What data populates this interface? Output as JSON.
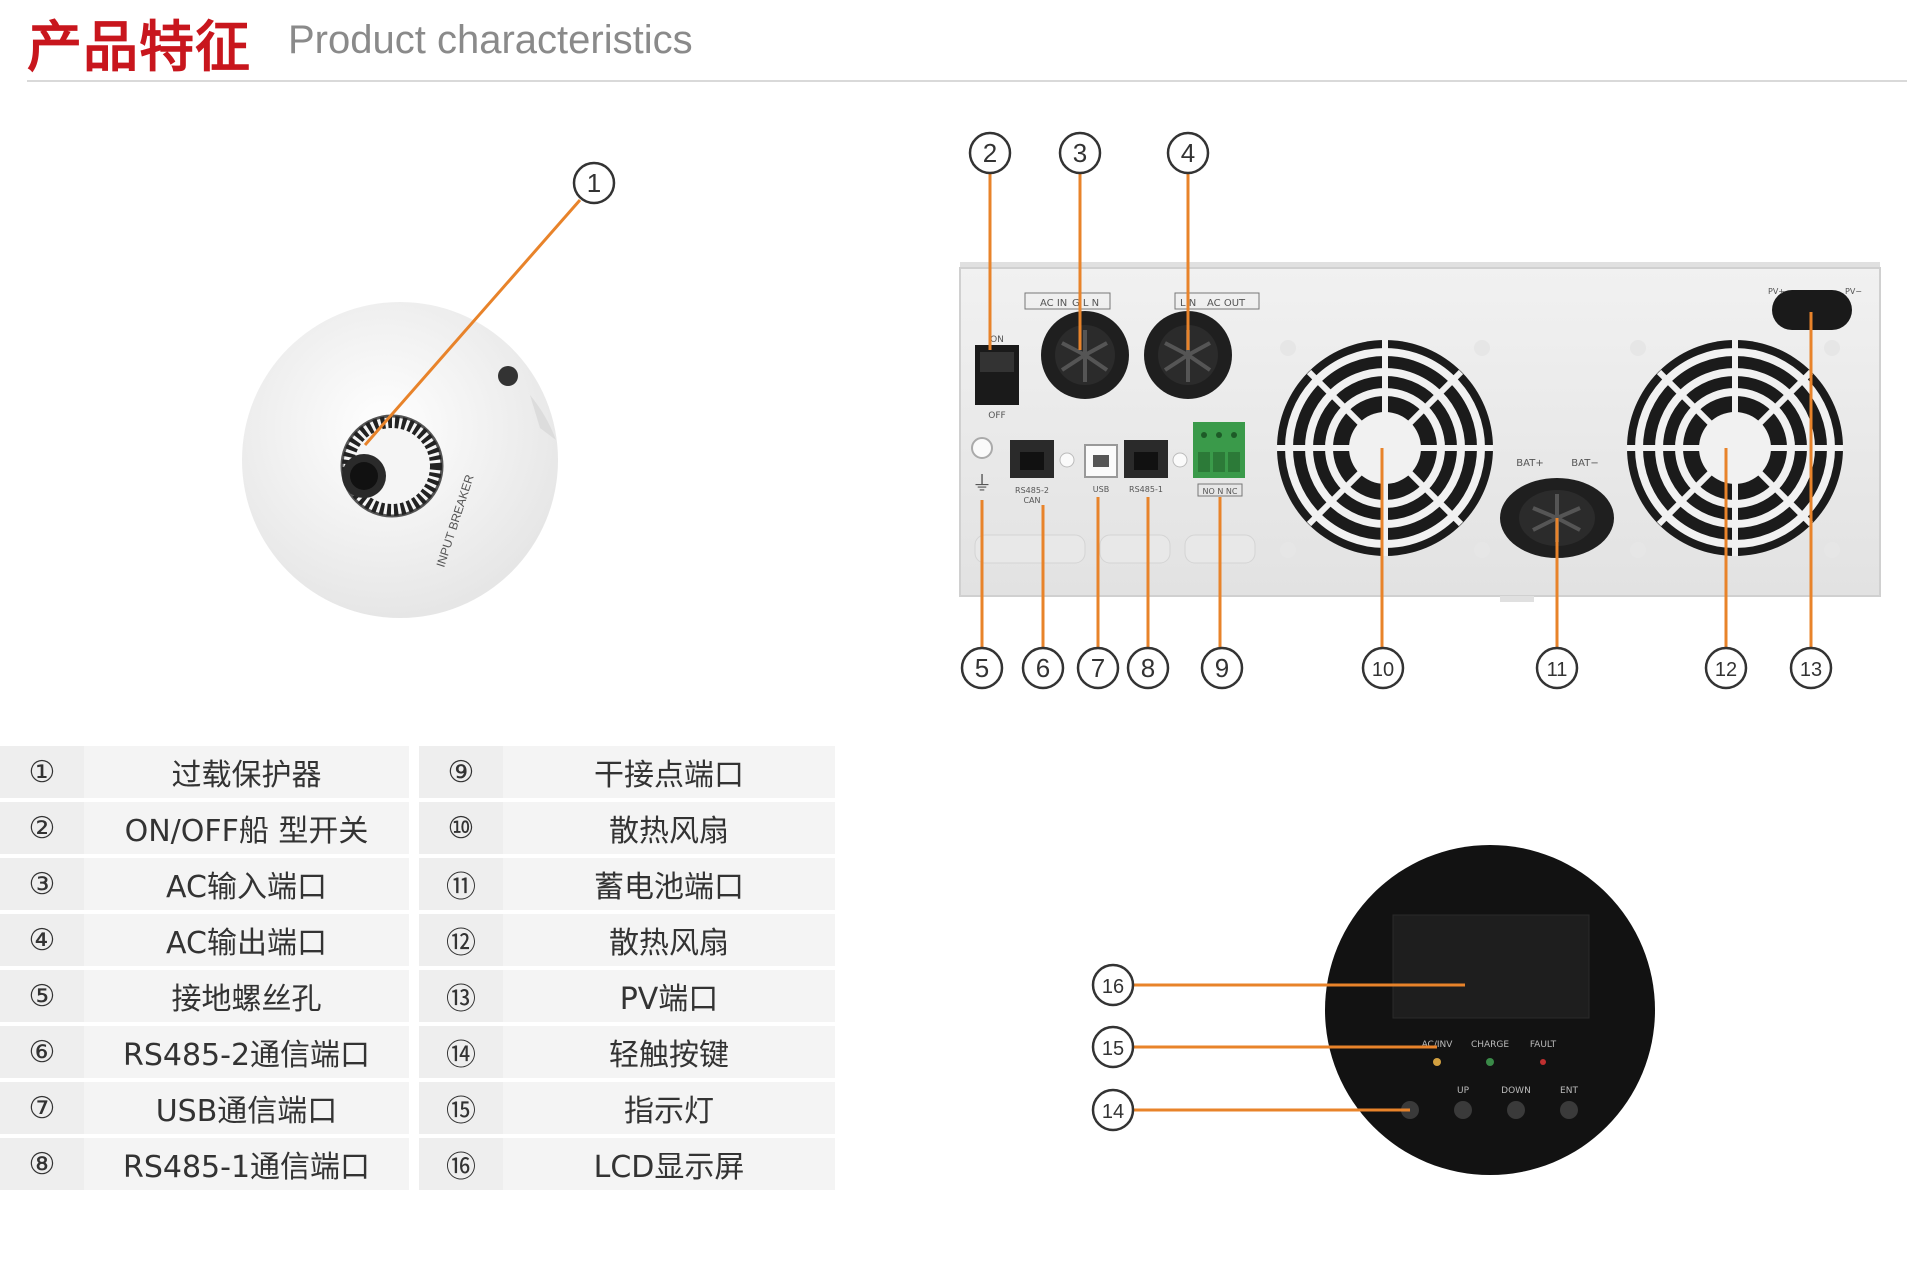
{
  "header": {
    "title_cn": "产品特征",
    "title_en": "Product characteristics"
  },
  "colors": {
    "accent_red": "#c8161d",
    "leader_orange": "#e8832a"
  },
  "callouts": {
    "breaker": [
      "1"
    ],
    "rear": [
      "2",
      "3",
      "4",
      "5",
      "6",
      "7",
      "8",
      "9",
      "10",
      "11",
      "12",
      "13"
    ],
    "front": [
      "16",
      "15",
      "14"
    ]
  },
  "device_labels": {
    "breaker_label": "INPUT BREAKER",
    "switch_on": "ON",
    "switch_off": "OFF",
    "ac_in": "AC IN",
    "ac_in_terms": "G L N",
    "ac_out_terms": "L N",
    "ac_out": "AC OUT",
    "rs485_2": "RS485-2",
    "can": "CAN",
    "usb": "USB",
    "rs485_1": "RS485-1",
    "dry_contact": "NO N NC",
    "bat_plus": "BAT+",
    "bat_minus": "BAT−",
    "pv_plus": "PV+",
    "pv_minus": "PV−",
    "led_acinv": "AC/INV",
    "led_charge": "CHARGE",
    "led_fault": "FAULT",
    "btn_up": "UP",
    "btn_down": "DOWN",
    "btn_ent": "ENT"
  },
  "legend": {
    "left": [
      {
        "num": "①",
        "label": "过载保护器"
      },
      {
        "num": "②",
        "label": "ON/OFF船 型开关"
      },
      {
        "num": "③",
        "label": "AC输入端口"
      },
      {
        "num": "④",
        "label": "AC输出端口"
      },
      {
        "num": "⑤",
        "label": "接地螺丝孔"
      },
      {
        "num": "⑥",
        "label": "RS485-2通信端口"
      },
      {
        "num": "⑦",
        "label": "USB通信端口"
      },
      {
        "num": "⑧",
        "label": "RS485-1通信端口"
      }
    ],
    "right": [
      {
        "num": "⑨",
        "label": "干接点端口"
      },
      {
        "num": "⑩",
        "label": "散热风扇"
      },
      {
        "num": "⑪",
        "label": "蓄电池端口"
      },
      {
        "num": "⑫",
        "label": "散热风扇"
      },
      {
        "num": "⑬",
        "label": "PV端口"
      },
      {
        "num": "⑭",
        "label": "轻触按键"
      },
      {
        "num": "⑮",
        "label": "指示灯"
      },
      {
        "num": "⑯",
        "label": "LCD显示屏"
      }
    ]
  }
}
